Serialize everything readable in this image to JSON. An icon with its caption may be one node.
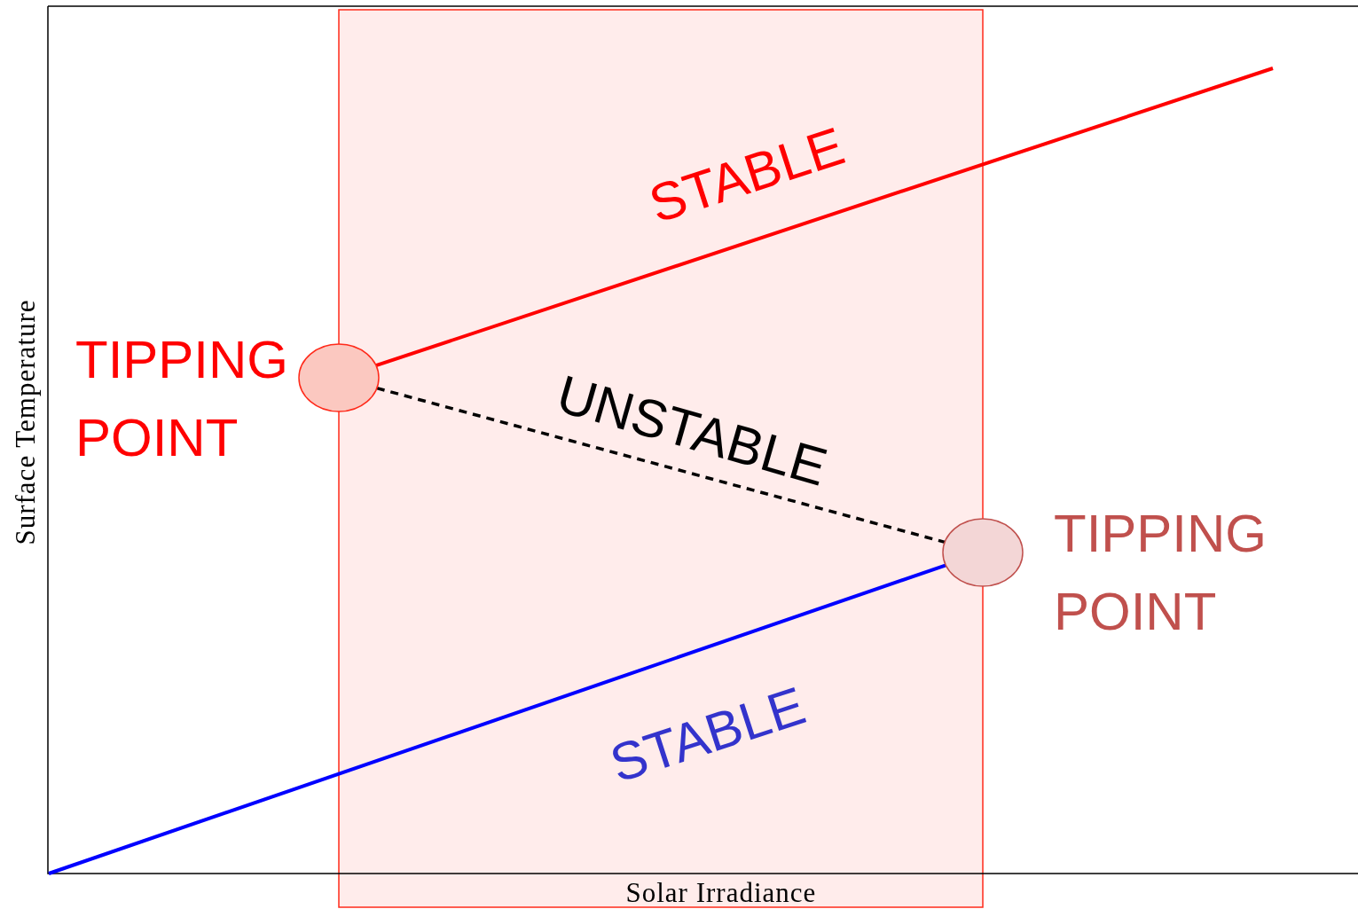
{
  "diagram": {
    "nodes": [
      {
        "text": [],
        "shape": "circle",
        "beside": [
          "TIPPING POINT"
        ]
      },
      {
        "text": [],
        "shape": "circle",
        "beside": [
          "TIPPING POINT"
        ]
      }
    ],
    "edges": [
      {
        "from": 0,
        "to": null,
        "arrow": "none",
        "label": "STABLE",
        "color": "#ff0000"
      },
      {
        "from": 0,
        "to": 1,
        "arrow": "none",
        "label": "UNSTABLE",
        "style": "dashed",
        "color": "#000000"
      },
      {
        "from": null,
        "to": 1,
        "arrow": "none",
        "label": "STABLE",
        "color": "#0000ff"
      }
    ],
    "labels": [
      "Surface Temperature",
      "Solar Irradiance"
    ]
  }
}
